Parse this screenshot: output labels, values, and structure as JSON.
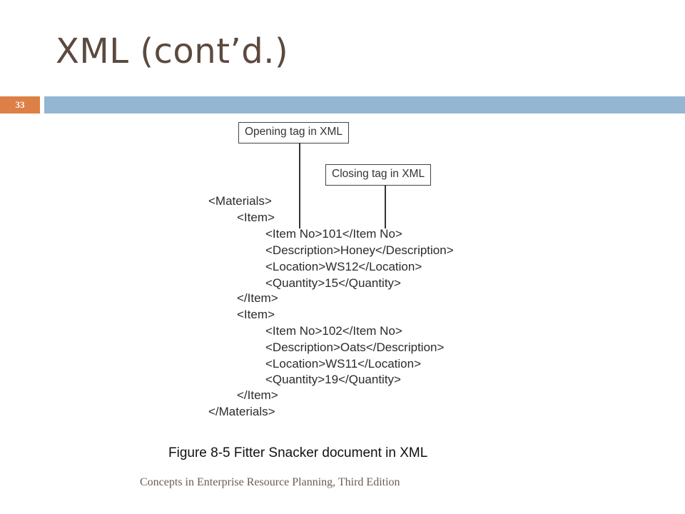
{
  "slide": {
    "title": "XML (cont’d.)",
    "page_number": "33"
  },
  "figure": {
    "callouts": {
      "opening": "Opening tag in XML",
      "closing": "Closing tag in XML"
    },
    "xml_lines": [
      "<Materials>",
      "<Item>",
      "<Item No>101</Item No>",
      "<Description>Honey</Description>",
      "<Location>WS12</Location>",
      "<Quantity>15</Quantity>",
      "</Item>",
      "<Item>",
      "<Item No>102</Item No>",
      "<Description>Oats</Description>",
      "<Location>WS11</Location>",
      "<Quantity>19</Quantity>",
      "</Item>",
      "</Materials>"
    ],
    "caption": "Figure 8-5  Fitter Snacker document in XML"
  },
  "footer": {
    "text": "Concepts in Enterprise Resource Planning, Third Edition"
  }
}
